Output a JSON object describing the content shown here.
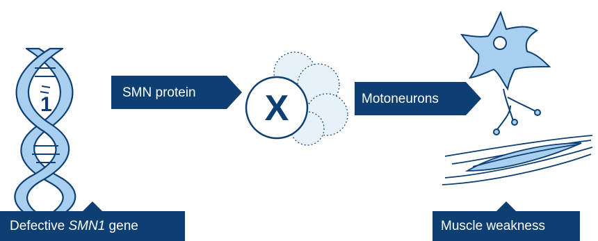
{
  "labels": {
    "gene_prefix": "Defective ",
    "gene_name": "SMN1",
    "gene_suffix": " gene",
    "gene_number": "1",
    "protein": "SMN protein",
    "cross_mark": "X",
    "neurons": "Motoneurons",
    "muscle": "Muscle weakness"
  },
  "colors": {
    "navy": "#0d3f72",
    "light_blue": "#a9cfee",
    "pale_blue": "#e6f1fa",
    "white": "#ffffff"
  }
}
